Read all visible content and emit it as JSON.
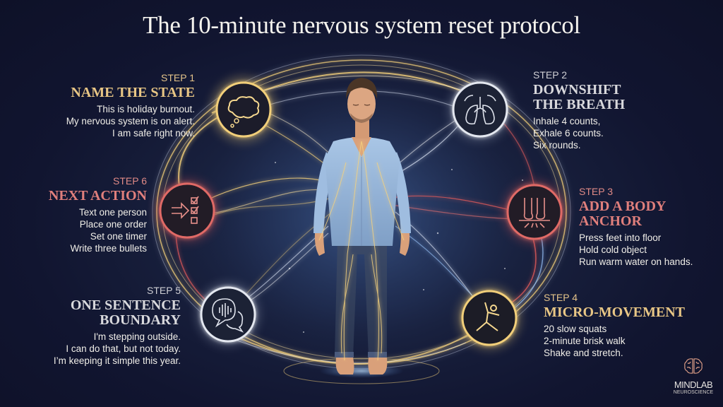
{
  "title": "The 10-minute nervous system reset protocol",
  "colors": {
    "background": "#111530",
    "gold": "#e8c685",
    "silver": "#d8d8dc",
    "red": "#e07f7c",
    "nerve_gold": "#f2cf7a",
    "nerve_white": "#dfe8f8",
    "nerve_red": "#e05a5a",
    "nerve_blue": "#9cc8ff"
  },
  "steps": [
    {
      "label": "STEP 1",
      "heading": "NAME THE STATE",
      "lines": [
        "This is holiday burnout.",
        "My nervous system is on alert.",
        "I am safe right now."
      ],
      "icon": "thought-bubble-icon",
      "accent": "gold"
    },
    {
      "label": "STEP 2",
      "heading_lines": [
        "DOWNSHIFT",
        "THE BREATH"
      ],
      "lines": [
        "Inhale 4 counts,",
        "Exhale 6 counts.",
        "Six rounds."
      ],
      "icon": "lungs-icon",
      "accent": "silver"
    },
    {
      "label": "STEP 3",
      "heading": "ADD A BODY ANCHOR",
      "lines": [
        "Press feet into floor",
        "Hold cold object",
        "Run warm water on hands."
      ],
      "icon": "feet-grounding-icon",
      "accent": "red"
    },
    {
      "label": "STEP 4",
      "heading": "MICRO-MOVEMENT",
      "lines": [
        "20 slow squats",
        "2-minute brisk walk",
        "Shake and stretch."
      ],
      "icon": "stretching-figure-icon",
      "accent": "gold"
    },
    {
      "label": "STEP 5",
      "heading_lines": [
        "ONE SENTENCE",
        "BOUNDARY"
      ],
      "lines": [
        "I'm stepping outside.",
        "I can do that, but not today.",
        "I’m keeping it simple this year."
      ],
      "icon": "speech-bubbles-icon",
      "accent": "silver"
    },
    {
      "label": "STEP 6",
      "heading": "NEXT ACTION",
      "lines": [
        "Text one person",
        "Place one order",
        "Set one timer",
        "Write three bullets"
      ],
      "icon": "arrow-checklist-icon",
      "accent": "red"
    }
  ],
  "center_figure": "man-standing-eyes-closed-with-glowing-nerves",
  "brand": {
    "name": "MINDLAB",
    "sub": "NEUROSCIENCE",
    "icon": "brain-icon"
  }
}
